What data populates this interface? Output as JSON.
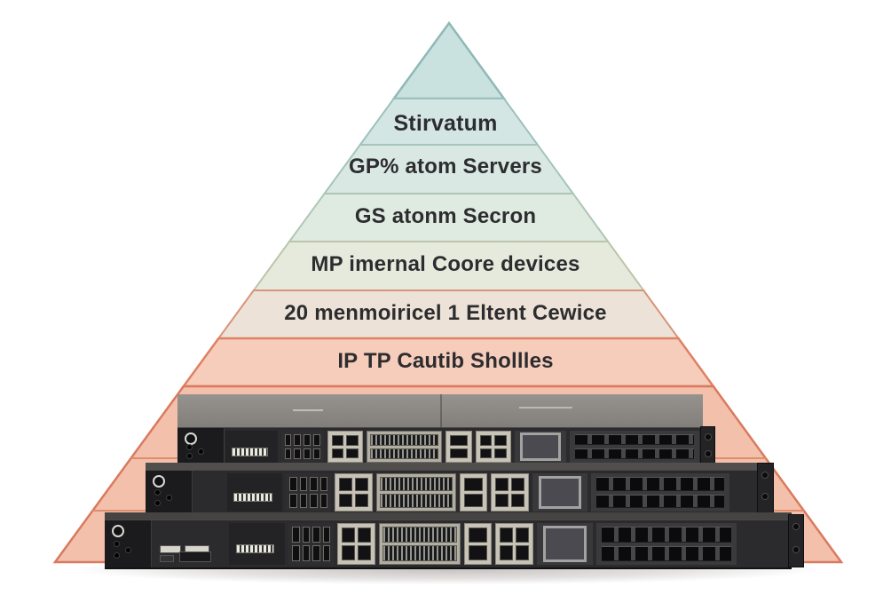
{
  "figure": {
    "background": "#ffffff",
    "text_color": "#2d2d30"
  },
  "pyramid": {
    "layers": [
      {
        "name": "apex",
        "label": "",
        "fill": "#c9e2e0",
        "stroke": "#8fb9b6"
      },
      {
        "name": "tier-1",
        "label": "Stirvatum",
        "fill": "#d4e6e3",
        "stroke": "#9cc1bd"
      },
      {
        "name": "tier-2",
        "label": "GP% atom Servers",
        "fill": "#d9e8e3",
        "stroke": "#a5c4bb"
      },
      {
        "name": "tier-3",
        "label": "GS atonm Secron",
        "fill": "#dfeae1",
        "stroke": "#aec7b5"
      },
      {
        "name": "tier-4",
        "label": "MP imernal Coore devices",
        "fill": "#e6eadd",
        "stroke": "#bcc5ab"
      },
      {
        "name": "tier-5",
        "label": "20 menmoiricel 1 Eltent Cewice",
        "fill": "#ece2d7",
        "stroke": "#d79479"
      },
      {
        "name": "tier-6",
        "label": "IP TP Cautib Shollles",
        "fill": "#f6ccba",
        "stroke": "#de8166"
      },
      {
        "name": "base",
        "label": "",
        "fill": "#f3c0ab",
        "stroke": "#d97a5f"
      }
    ],
    "base_divider_color": "#e08d6d"
  },
  "hardware": {
    "kind": "stacked rack-mount network servers",
    "unit_count": 3
  }
}
